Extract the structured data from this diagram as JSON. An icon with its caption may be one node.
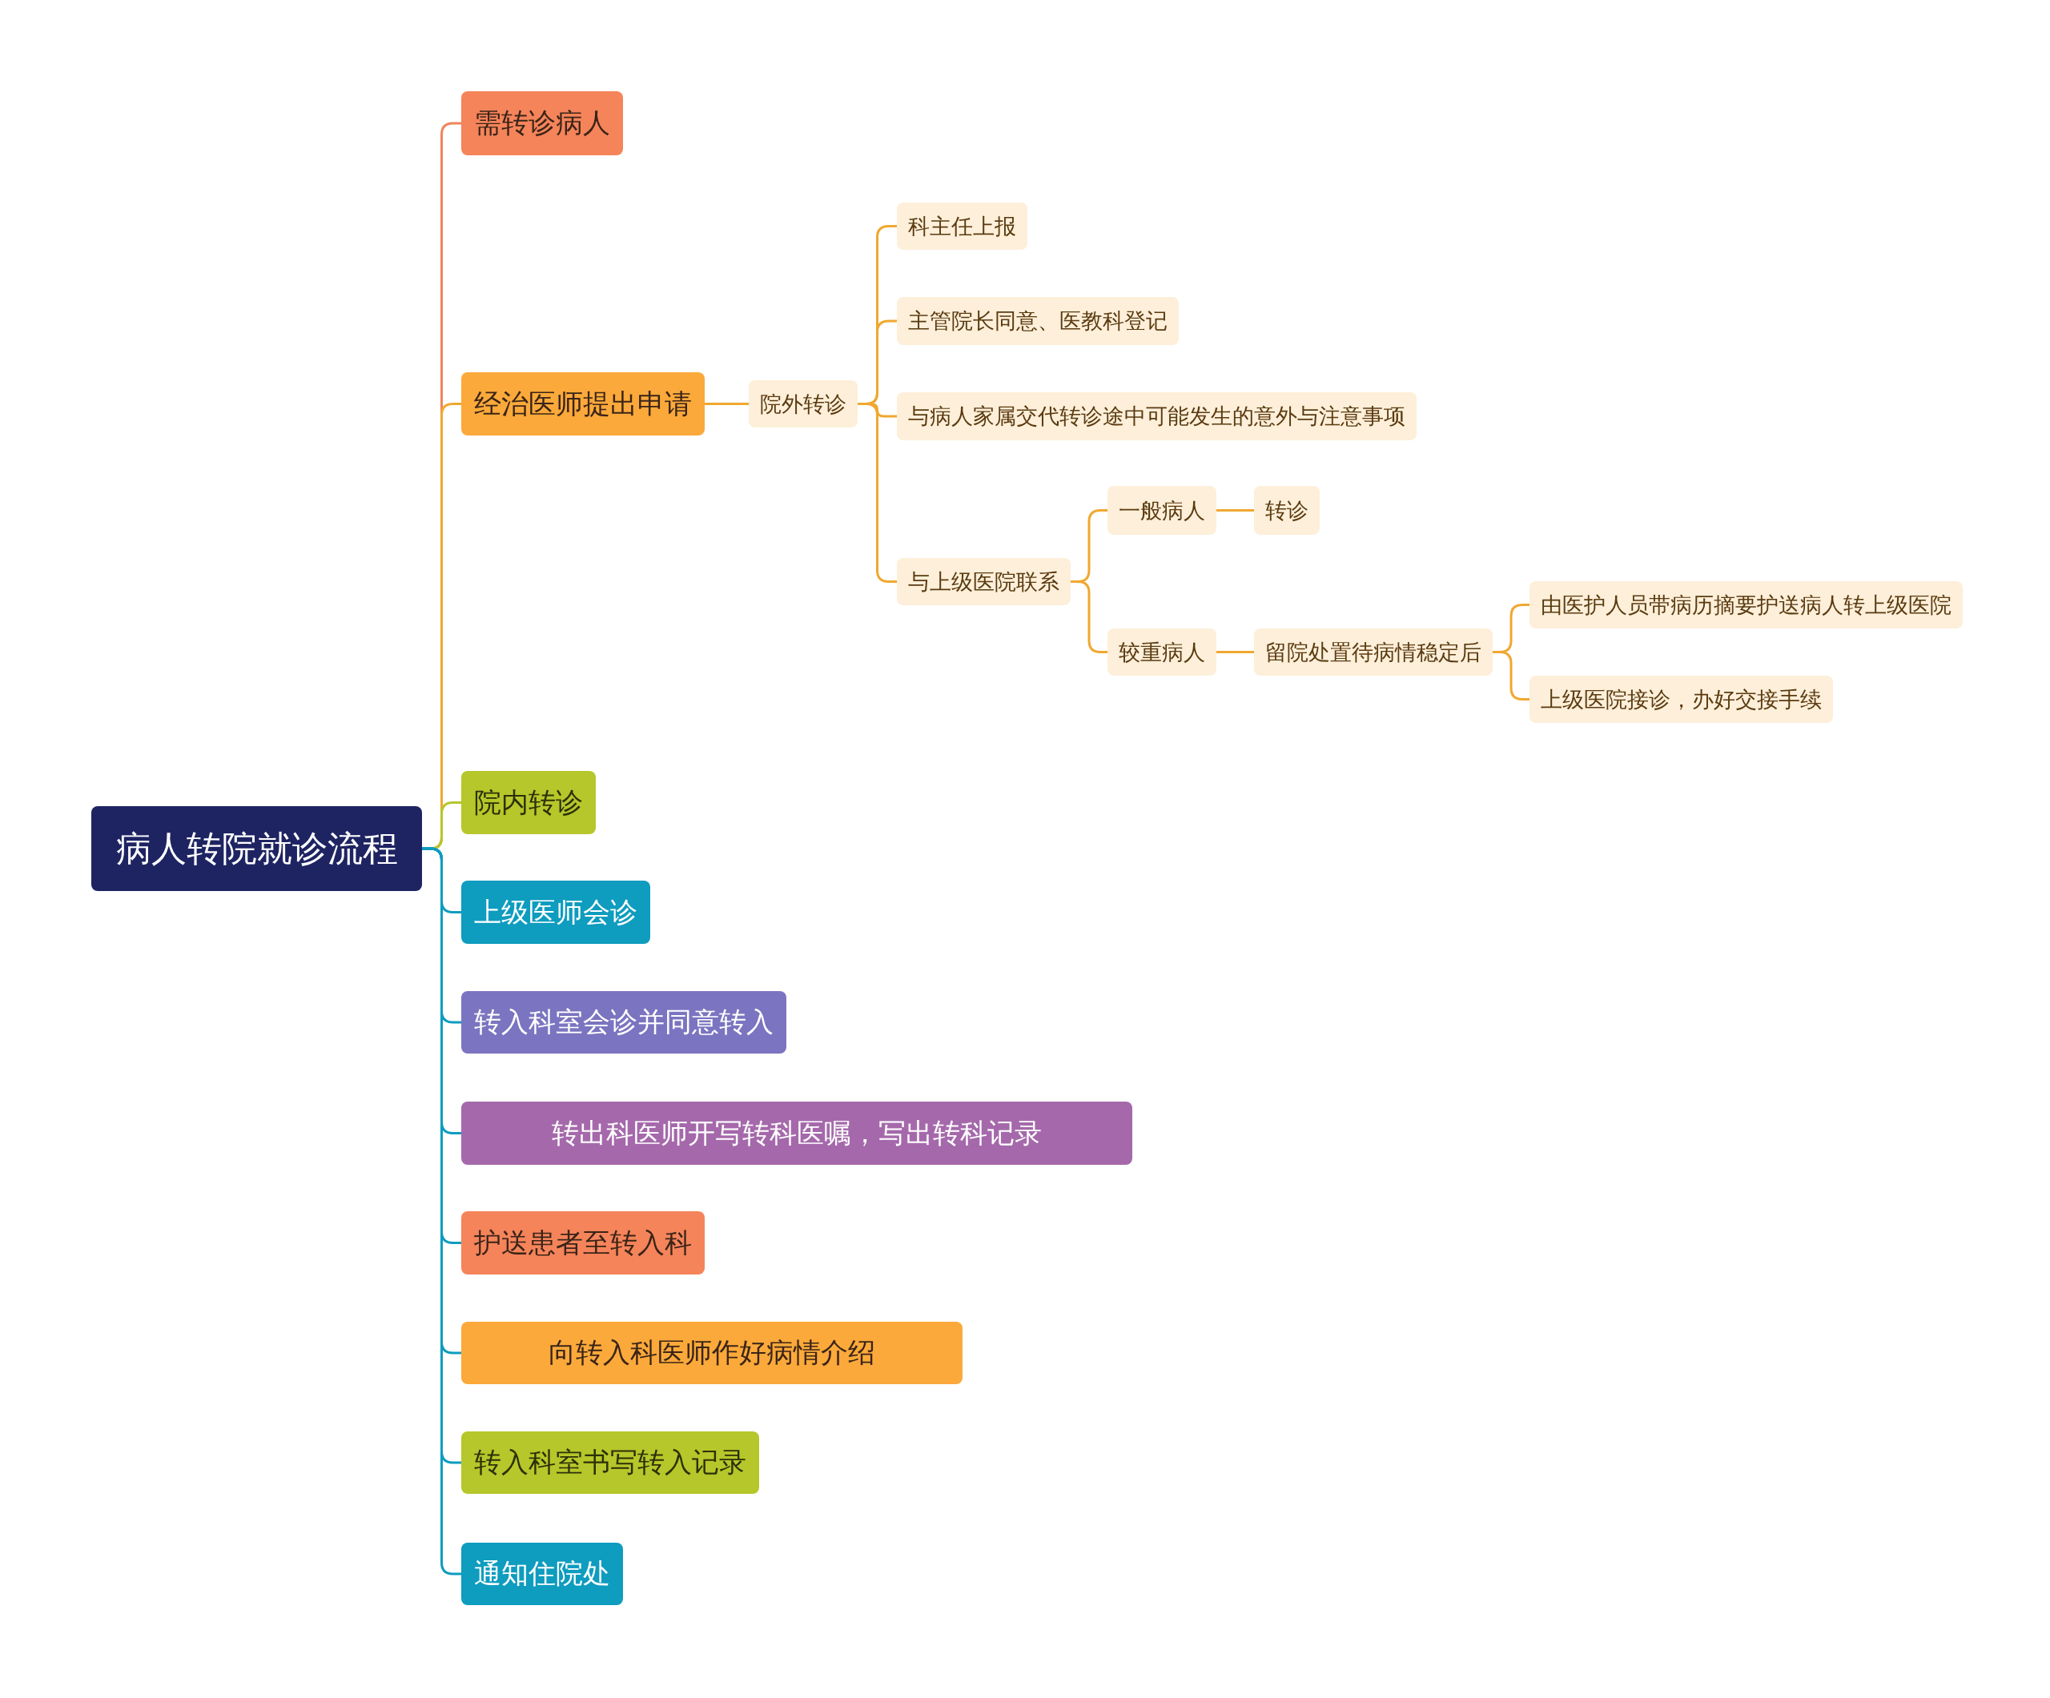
{
  "diagram": {
    "nodes": [
      {
        "text": [
          "病人转院就诊流程"
        ]
      },
      {
        "text": [
          "需转诊病人"
        ]
      },
      {
        "text": [
          "经治医师提出申请"
        ]
      },
      {
        "text": [
          "院外转诊"
        ]
      },
      {
        "text": [
          "科主任上报"
        ]
      },
      {
        "text": [
          "主管院长同意、医教科登记"
        ]
      },
      {
        "text": [
          "与病人家属交代转诊途中可能发生的意外与注意事项"
        ]
      },
      {
        "text": [
          "与上级医院联系"
        ]
      },
      {
        "text": [
          "一般病人"
        ]
      },
      {
        "text": [
          "转诊"
        ]
      },
      {
        "text": [
          "较重病人"
        ]
      },
      {
        "text": [
          "留院处置待病情稳定后"
        ]
      },
      {
        "text": [
          "由医护人员带病历摘要护送病人转上级医院"
        ]
      },
      {
        "text": [
          "上级医院接诊，办好交接手续"
        ]
      },
      {
        "text": [
          "院内转诊"
        ]
      },
      {
        "text": [
          "上级医师会诊"
        ]
      },
      {
        "text": [
          "转入科室会诊并同意转入"
        ]
      },
      {
        "text": [
          "转出科医师开写转科医嘱，写出转科记录"
        ]
      },
      {
        "text": [
          "护送患者至转入科"
        ]
      },
      {
        "text": [
          "向转入科医师作好病情介绍"
        ]
      },
      {
        "text": [
          "转入科室书写转入记录"
        ]
      },
      {
        "text": [
          "通知住院处"
        ]
      }
    ],
    "edges": [
      {
        "from": 0,
        "to": 1,
        "arrow": "none",
        "color": "#f0845c"
      },
      {
        "from": 0,
        "to": 2,
        "arrow": "none"
      },
      {
        "from": 2,
        "to": 3,
        "arrow": "none"
      },
      {
        "from": 3,
        "to": 4,
        "arrow": "none"
      },
      {
        "from": 3,
        "to": 5,
        "arrow": "none"
      },
      {
        "from": 3,
        "to": 6,
        "arrow": "none"
      },
      {
        "from": 3,
        "to": 7,
        "arrow": "none"
      },
      {
        "from": 7,
        "to": 8,
        "arrow": "none"
      },
      {
        "from": 8,
        "to": 9,
        "arrow": "none"
      },
      {
        "from": 7,
        "to": 10,
        "arrow": "none"
      },
      {
        "from": 10,
        "to": 11,
        "arrow": "none"
      },
      {
        "from": 11,
        "to": 12,
        "arrow": "none"
      },
      {
        "from": 11,
        "to": 13,
        "arrow": "none"
      },
      {
        "from": 0,
        "to": 14,
        "arrow": "none",
        "color": "#b5c72a"
      },
      {
        "from": 0,
        "to": 15,
        "arrow": "none",
        "color": "#0e9cbf"
      },
      {
        "from": 0,
        "to": 16,
        "arrow": "none",
        "color": "#0e9cbf"
      },
      {
        "from": 0,
        "to": 17,
        "arrow": "none",
        "color": "#0e9cbf"
      },
      {
        "from": 0,
        "to": 18,
        "arrow": "none",
        "color": "#0e9cbf"
      },
      {
        "from": 0,
        "to": 19,
        "arrow": "none",
        "color": "#0e9cbf"
      },
      {
        "from": 0,
        "to": 20,
        "arrow": "none",
        "color": "#0e9cbf"
      },
      {
        "from": 0,
        "to": 21,
        "arrow": "none",
        "color": "#0e9cbf"
      }
    ]
  }
}
